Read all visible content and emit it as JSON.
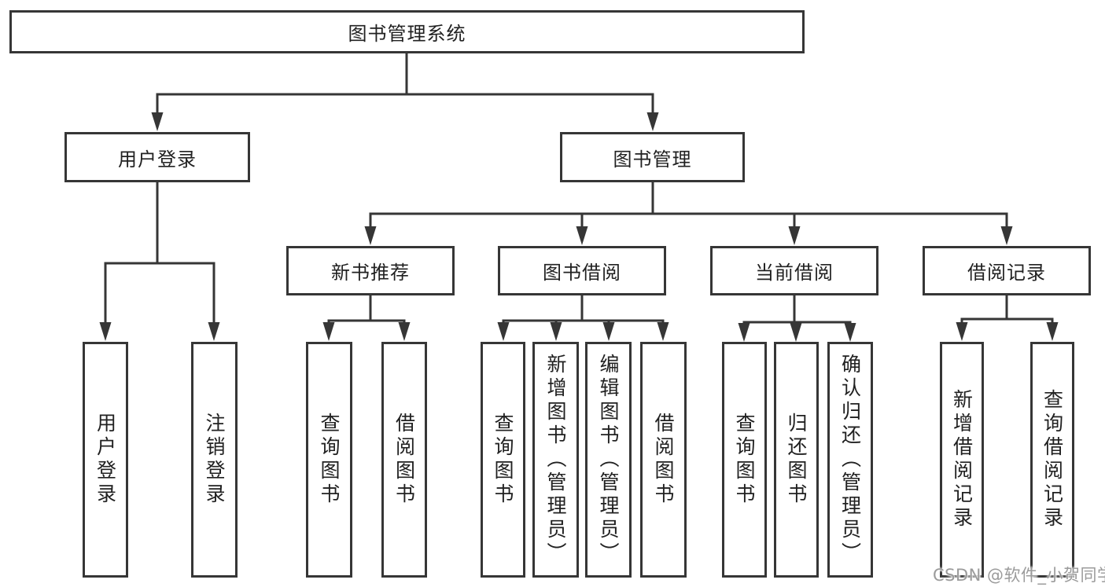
{
  "diagram_title": "图书管理系统",
  "tree": {
    "label": "图书管理系统",
    "children": [
      {
        "label": "用户登录",
        "children": [
          {
            "label": "用户登录"
          },
          {
            "label": "注销登录"
          }
        ]
      },
      {
        "label": "图书管理",
        "children": [
          {
            "label": "新书推荐",
            "children": [
              {
                "label": "查询图书"
              },
              {
                "label": "借阅图书"
              }
            ]
          },
          {
            "label": "图书借阅",
            "children": [
              {
                "label": "查询图书"
              },
              {
                "label": "新增图书（管理员）"
              },
              {
                "label": "编辑图书（管理员）"
              },
              {
                "label": "借阅图书"
              }
            ]
          },
          {
            "label": "当前借阅",
            "children": [
              {
                "label": "查询图书"
              },
              {
                "label": "归还图书"
              },
              {
                "label": "确认归还（管理员）"
              }
            ]
          },
          {
            "label": "借阅记录",
            "children": [
              {
                "label": "新增借阅记录"
              },
              {
                "label": "查询借阅记录"
              }
            ]
          }
        ]
      }
    ]
  },
  "watermark": {
    "text": "CSDN @软件_小贺同学"
  },
  "colors": {
    "line": "#363636",
    "box_border": "#363636",
    "text": "#212121",
    "watermark": "#9b9b9b",
    "background": "#ffffff"
  }
}
